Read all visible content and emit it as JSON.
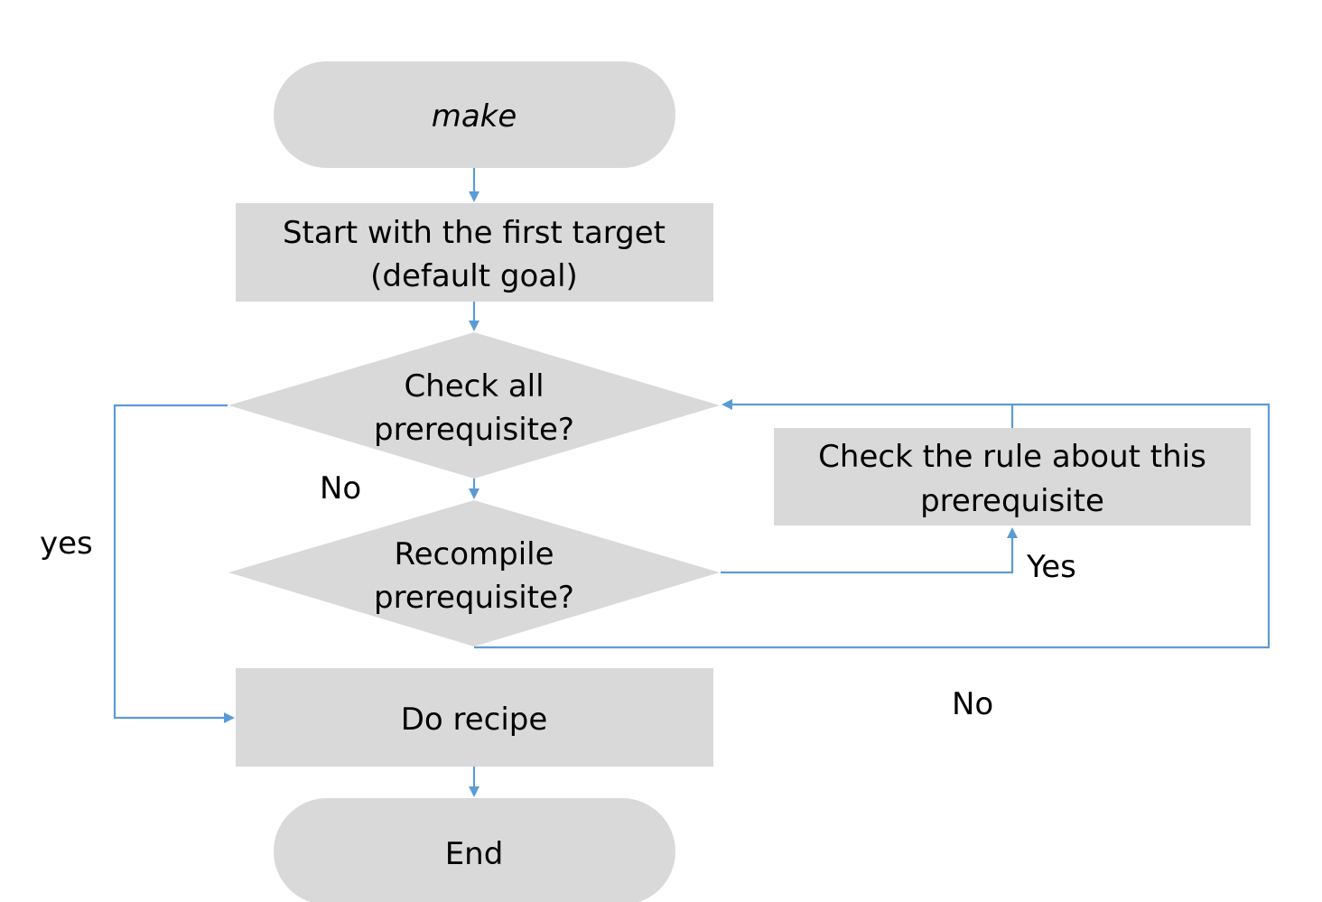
{
  "nodes": {
    "start": {
      "label": "make"
    },
    "first_target": {
      "line1": "Start with the first target",
      "line2": "(default goal)"
    },
    "check_all": {
      "line1": "Check all",
      "line2": "prerequisite?"
    },
    "recompile": {
      "line1": "Recompile",
      "line2": "prerequisite?"
    },
    "check_rule": {
      "line1": "Check the rule about this",
      "line2": "prerequisite"
    },
    "do_recipe": {
      "label": "Do recipe"
    },
    "end": {
      "label": "End"
    }
  },
  "edge_labels": {
    "check_all_no": "No",
    "check_all_yes": "yes",
    "recompile_yes": "Yes",
    "recompile_no": "No"
  },
  "colors": {
    "shape_fill": "#d9d9d9",
    "connector": "#5b9bd5",
    "text": "#000000"
  }
}
